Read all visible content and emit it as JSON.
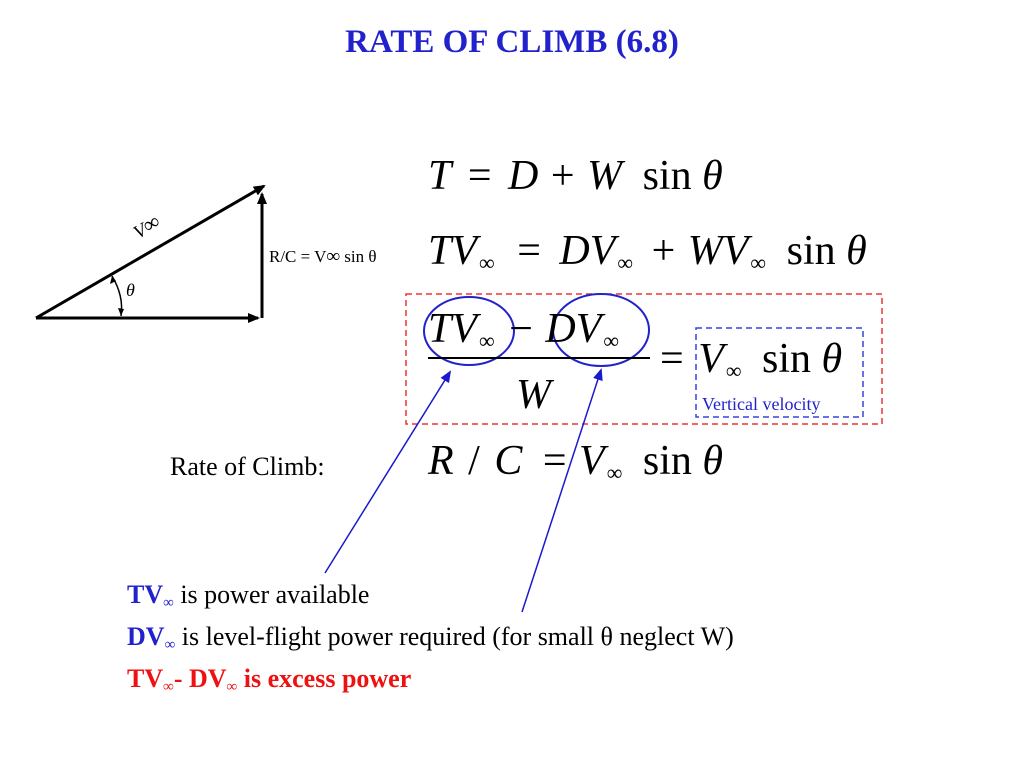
{
  "slide": {
    "title": "RATE OF CLIMB (6.8)",
    "title_color": "#2222cc"
  },
  "diagram": {
    "v_label": "V",
    "v_sub": "∞",
    "theta_label": "θ",
    "rc_label": "R/C = V",
    "rc_sub": "∞",
    "rc_tail": "sin θ"
  },
  "equations": {
    "eq1": {
      "t": "T",
      "eq": "=",
      "d": "D",
      "plus": "+",
      "w": "W",
      "sin": "sin",
      "theta": "θ"
    },
    "eq2": {
      "tv": "TV",
      "sub1": "∞",
      "eq": "=",
      "dv": "DV",
      "sub2": "∞",
      "plus": "+",
      "wv": "WV",
      "sub3": "∞",
      "sin": "sin",
      "theta": "θ"
    },
    "eq3": {
      "tv": "TV",
      "sub1": "∞",
      "minus": "−",
      "dv": "DV",
      "sub2": "∞",
      "den": "W",
      "eq": "=",
      "v": "V",
      "sub3": "∞",
      "sin": "sin",
      "theta": "θ"
    },
    "eq4": {
      "r": "R",
      "slash": "/",
      "c": "C",
      "eq": "=",
      "v": "V",
      "sub": "∞",
      "sin": "sin",
      "theta": "θ"
    }
  },
  "labels": {
    "vertical_velocity": "Vertical velocity",
    "rate_of_climb": "Rate of Climb:"
  },
  "notes": [
    {
      "key": "TV",
      "sub": "∞",
      "text": " is power available"
    },
    {
      "key": "DV",
      "sub": "∞",
      "text": " is level-flight power required (for small θ neglect W)"
    },
    {
      "key": "TV",
      "sub": "∞",
      "mid": "- DV",
      "sub2": "∞",
      "text": " is excess power"
    }
  ],
  "colors": {
    "blue": "#2222cc",
    "red": "#ee1111",
    "dashed_red": "#ee3333",
    "dashed_blue": "#3344dd",
    "arrow_blue": "#1a1acc"
  }
}
